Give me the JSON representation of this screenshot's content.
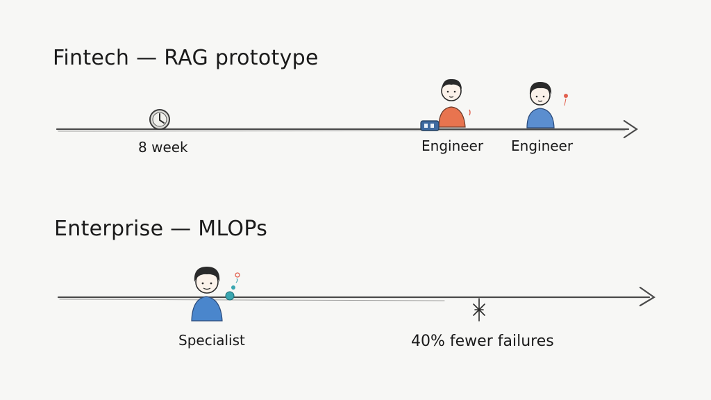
{
  "timelines": [
    {
      "title": "Fintech — RAG prototype",
      "markers": [
        {
          "label": "8 week",
          "icon": "clock-icon"
        },
        {
          "label": "Engineer",
          "icon": "engineer-orange-icon",
          "color": "#e8744f"
        },
        {
          "label": "Engineer",
          "icon": "engineer-blue-icon",
          "color": "#5b8ecf"
        }
      ]
    },
    {
      "title": "Enterprise — MLOPs",
      "markers": [
        {
          "label": "Specialist",
          "icon": "specialist-icon",
          "color": "#4a86cc"
        },
        {
          "label": "40% fewer failures",
          "icon": "asterisk-icon"
        }
      ]
    }
  ],
  "colors": {
    "background": "#f7f7f5",
    "ink": "#3a3a3a",
    "orange": "#e8744f",
    "blue": "#5b8ecf",
    "teal": "#3aa6b0",
    "red": "#e2614f"
  }
}
